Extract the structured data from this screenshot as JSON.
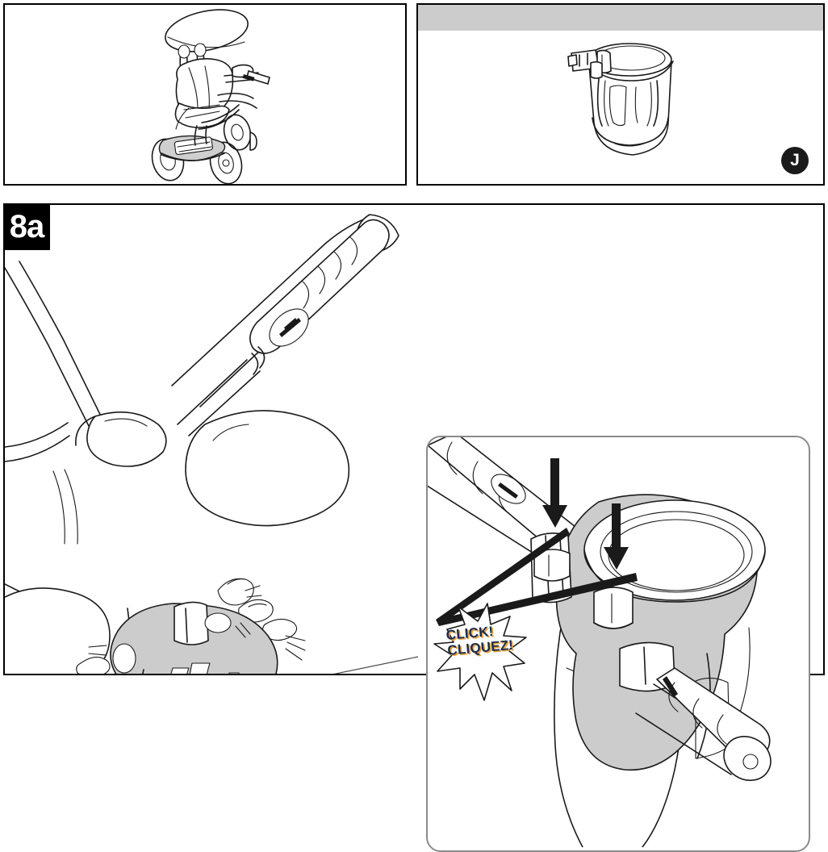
{
  "sheet": {
    "step_number": "8a",
    "part_label": "J"
  },
  "panels": {
    "overview": {
      "name": "tricycle-overview",
      "caption": ""
    },
    "part": {
      "name": "cup-holder-part",
      "caption": ""
    },
    "main": {
      "name": "cup-holder-installation",
      "caption": ""
    }
  },
  "callout": {
    "line1": "CLICK!",
    "line2": "CLIQUEZ!",
    "text_color": "#1c2c4c",
    "shadow_color": "#e8a33d"
  },
  "colors": {
    "part_fill": "#cccccc",
    "band_fill": "#cccccc",
    "outline": "#1a1a1a",
    "badge_bg": "#000000",
    "badge_text": "#ffffff",
    "inset_border": "#8b8b8b"
  },
  "arrows": {
    "count": 2,
    "direction": "down",
    "meaning": "press-to-snap"
  }
}
